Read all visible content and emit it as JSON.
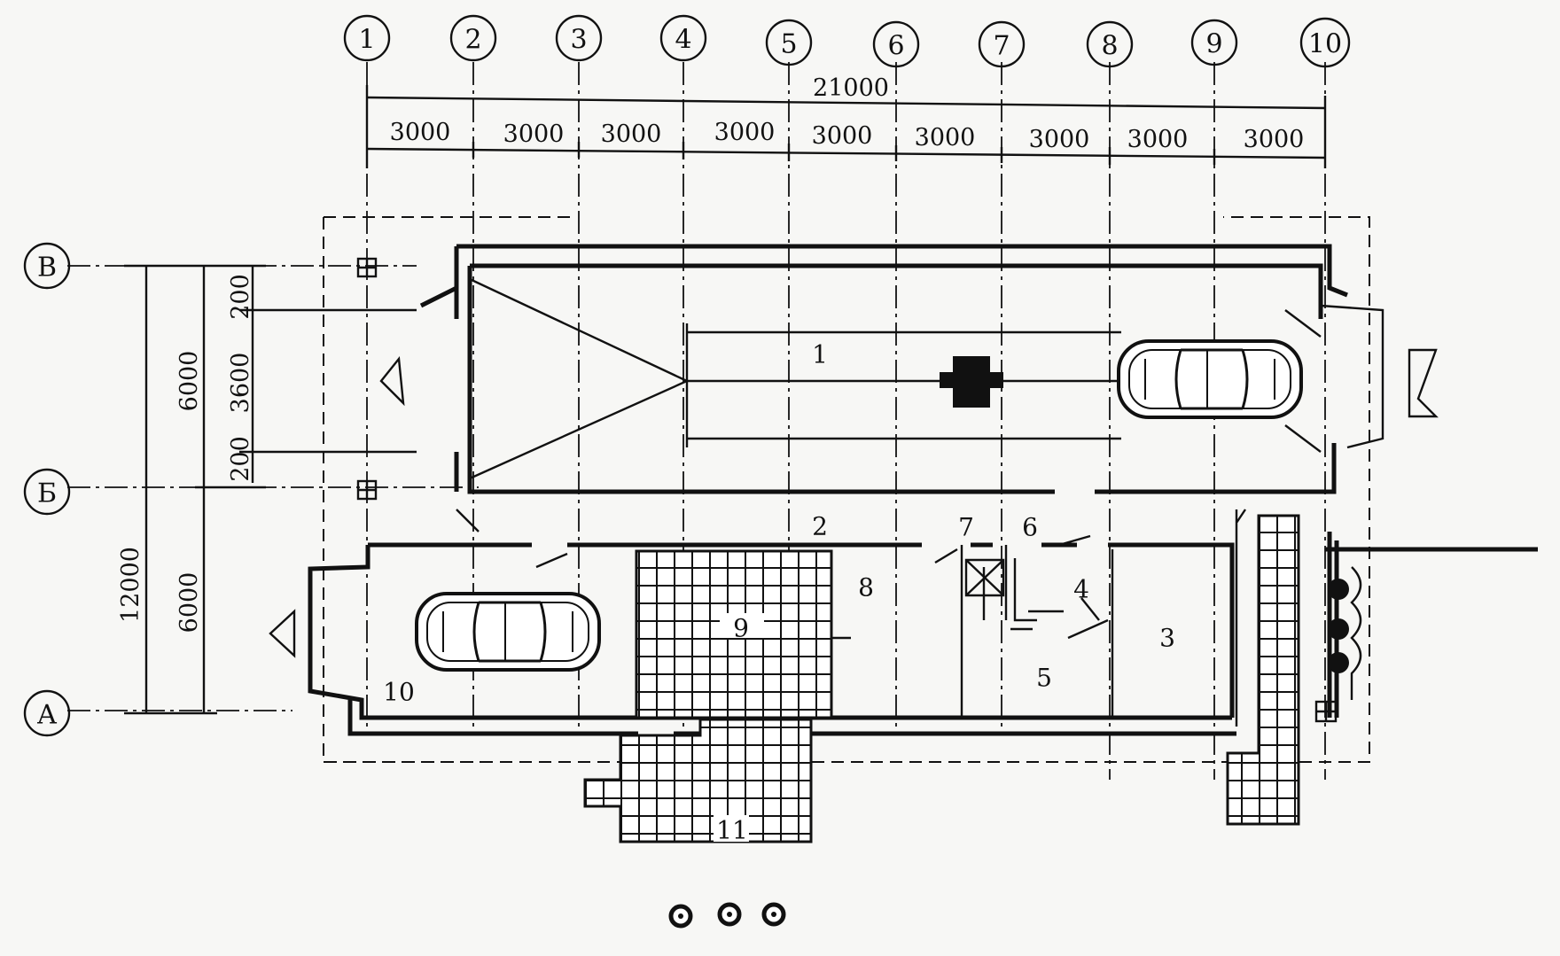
{
  "axes": {
    "numbered": [
      "1",
      "2",
      "3",
      "4",
      "5",
      "6",
      "7",
      "8",
      "9",
      "10"
    ],
    "lettered": [
      "В",
      "Б",
      "А"
    ]
  },
  "dimensions": {
    "overall_top": "21000",
    "bays_top": [
      "3000",
      "3000",
      "3000",
      "3000",
      "3000",
      "3000",
      "3000",
      "3000",
      "3000"
    ],
    "left_inner": [
      "200",
      "3600",
      "200"
    ],
    "left_middle": [
      "6000",
      "6000"
    ],
    "left_overall": "12000"
  },
  "rooms": [
    "1",
    "2",
    "3",
    "4",
    "5",
    "6",
    "7",
    "8",
    "9",
    "10",
    "11"
  ],
  "colors": {
    "ink": "#111111",
    "paper": "#f7f7f5"
  }
}
